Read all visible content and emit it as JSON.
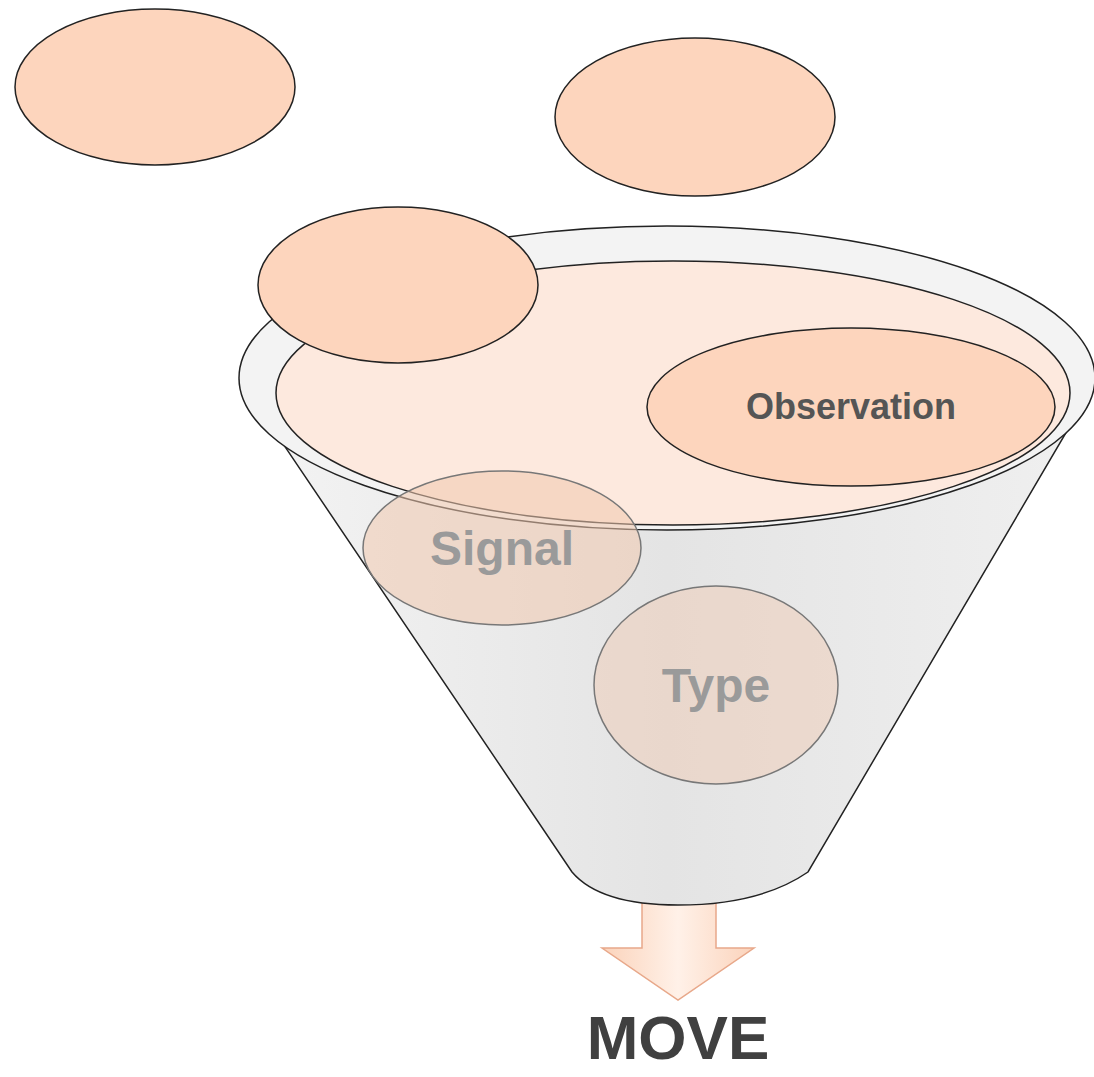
{
  "diagram": {
    "nodes": [
      {
        "text": [
          "Observation"
        ]
      },
      {
        "text": [
          "Signal"
        ]
      },
      {
        "text": [
          "Type"
        ]
      }
    ],
    "labels": [
      "MOVE"
    ]
  }
}
